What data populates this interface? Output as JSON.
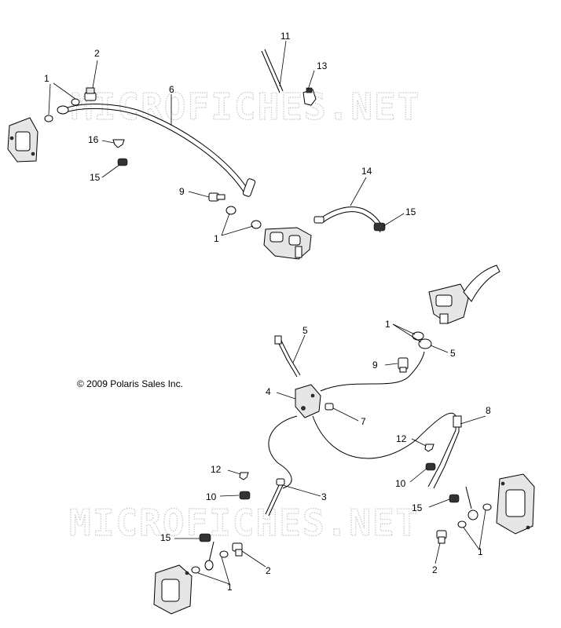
{
  "watermark": {
    "top": "MICROFICHES.NET",
    "bottom": "MICROFICHES.NET"
  },
  "copyright": "© 2009 Polaris Sales Inc.",
  "callouts": [
    {
      "id": "c1",
      "text": "2"
    },
    {
      "id": "c2",
      "text": "1"
    },
    {
      "id": "c3",
      "text": "6"
    },
    {
      "id": "c4",
      "text": "16"
    },
    {
      "id": "c5",
      "text": "15"
    },
    {
      "id": "c6",
      "text": "11"
    },
    {
      "id": "c7",
      "text": "13"
    },
    {
      "id": "c8",
      "text": "9"
    },
    {
      "id": "c9",
      "text": "1"
    },
    {
      "id": "c10",
      "text": "14"
    },
    {
      "id": "c11",
      "text": "15"
    },
    {
      "id": "c12",
      "text": "5"
    },
    {
      "id": "c13",
      "text": "1"
    },
    {
      "id": "c14",
      "text": "5"
    },
    {
      "id": "c15",
      "text": "9"
    },
    {
      "id": "c16",
      "text": "4"
    },
    {
      "id": "c17",
      "text": "7"
    },
    {
      "id": "c18",
      "text": "8"
    },
    {
      "id": "c19",
      "text": "12"
    },
    {
      "id": "c20",
      "text": "10"
    },
    {
      "id": "c21",
      "text": "12"
    },
    {
      "id": "c22",
      "text": "10"
    },
    {
      "id": "c23",
      "text": "3"
    },
    {
      "id": "c24",
      "text": "15"
    },
    {
      "id": "c25",
      "text": "1"
    },
    {
      "id": "c26",
      "text": "2"
    },
    {
      "id": "c27",
      "text": "15"
    },
    {
      "id": "c28",
      "text": "2"
    },
    {
      "id": "c29",
      "text": "1"
    }
  ]
}
